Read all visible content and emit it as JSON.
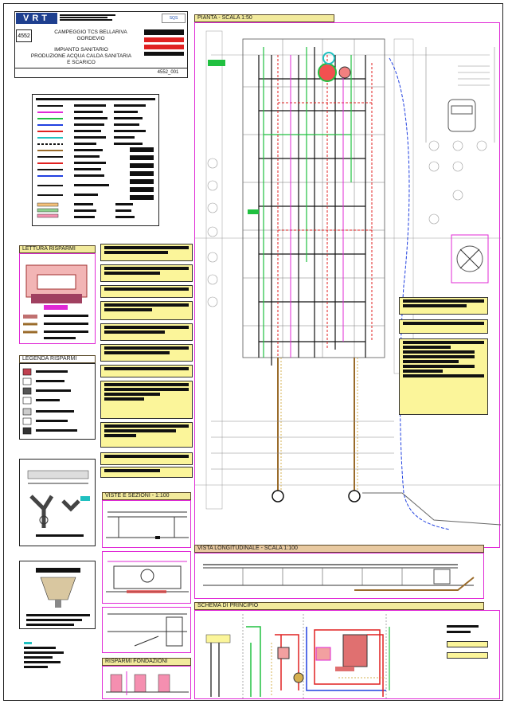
{
  "title_block": {
    "logo": "VRT",
    "project_number": "4552",
    "project_name_line1": "CAMPEGGIO TCS BELLARIVA",
    "project_name_line2": "GORDEVIO",
    "drawing_title_line1": "IMPIANTO SANITARIO",
    "drawing_title_line2": "PRODUZIONE ACQUA CALDA SANITARIA",
    "drawing_title_line3": "E SCARICO",
    "drawing_number": "4552_001"
  },
  "sections": {
    "plan": "PIANTA - SCALA 1:50",
    "savings_reading": "LETTURA RISPARMI",
    "savings_legend": "LEGENDA RISPARMI",
    "views_sections": "VISTE E SEZIONI - 1:100",
    "foundation_savings": "RISPARMI FONDAZIONI",
    "longitudinal_view": "VISTA LONGITUDINALE - SCALA 1:100",
    "principle_scheme": "SCHEMA DI PRINCIPIO"
  },
  "colors": {
    "frame_magenta": "#e02ad6",
    "title_yellow": "#f2ea9c",
    "note_yellow": "#fbf59a",
    "pipe_red": "#e02020",
    "pipe_green": "#20c040",
    "pipe_blue": "#2040e0",
    "pipe_brown": "#9a6b2a",
    "pipe_cyan": "#20c0c0"
  }
}
